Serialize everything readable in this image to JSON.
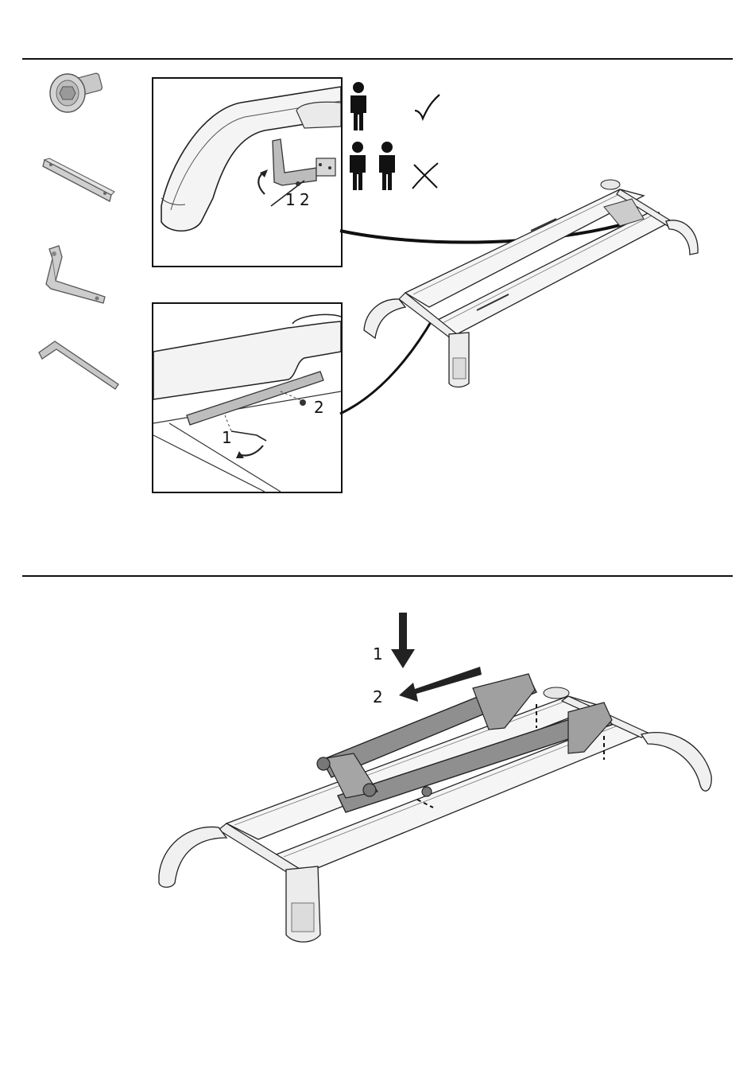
{
  "step_a": {
    "detail_top": {
      "label_1": "1",
      "label_2": "2"
    },
    "detail_bottom": {
      "label_1": "1",
      "label_2": "2"
    },
    "people": [
      {
        "persons": 1,
        "status_icon": "checkmark-icon",
        "allowed": true
      },
      {
        "persons": 2,
        "status_icon": "cross-icon",
        "allowed": false
      }
    ],
    "parts": [
      "hex-bolt-icon",
      "bracket-strip-icon",
      "angle-bracket-icon",
      "allen-key-icon"
    ]
  },
  "step_b": {
    "arrow_1_label": "1",
    "arrow_2_label": "2"
  }
}
